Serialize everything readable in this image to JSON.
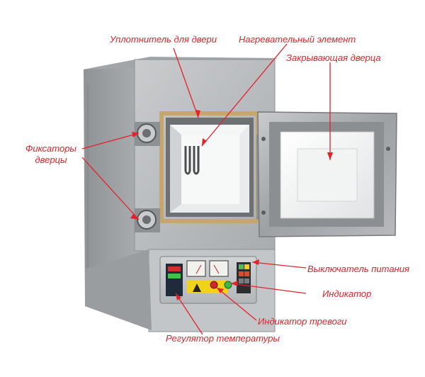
{
  "callouts": {
    "door_seal": "Уплотнитель для двери",
    "heating_element": "Нагревательный элемент",
    "closing_door": "Закрывающая дверца",
    "door_latches_line1": "Фиксаторы",
    "door_latches_line2": "дверцы",
    "power_switch": "Выключатель питания",
    "indicator": "Индикатор",
    "alarm_indicator": "Индикатор тревоги",
    "temperature_controller": "Регулятор температуры"
  },
  "colors": {
    "callout_red": "#e3222a",
    "body_gray": "#b9bcbf",
    "door_white": "#f4f5f5",
    "steel": "#a6a9ac"
  }
}
